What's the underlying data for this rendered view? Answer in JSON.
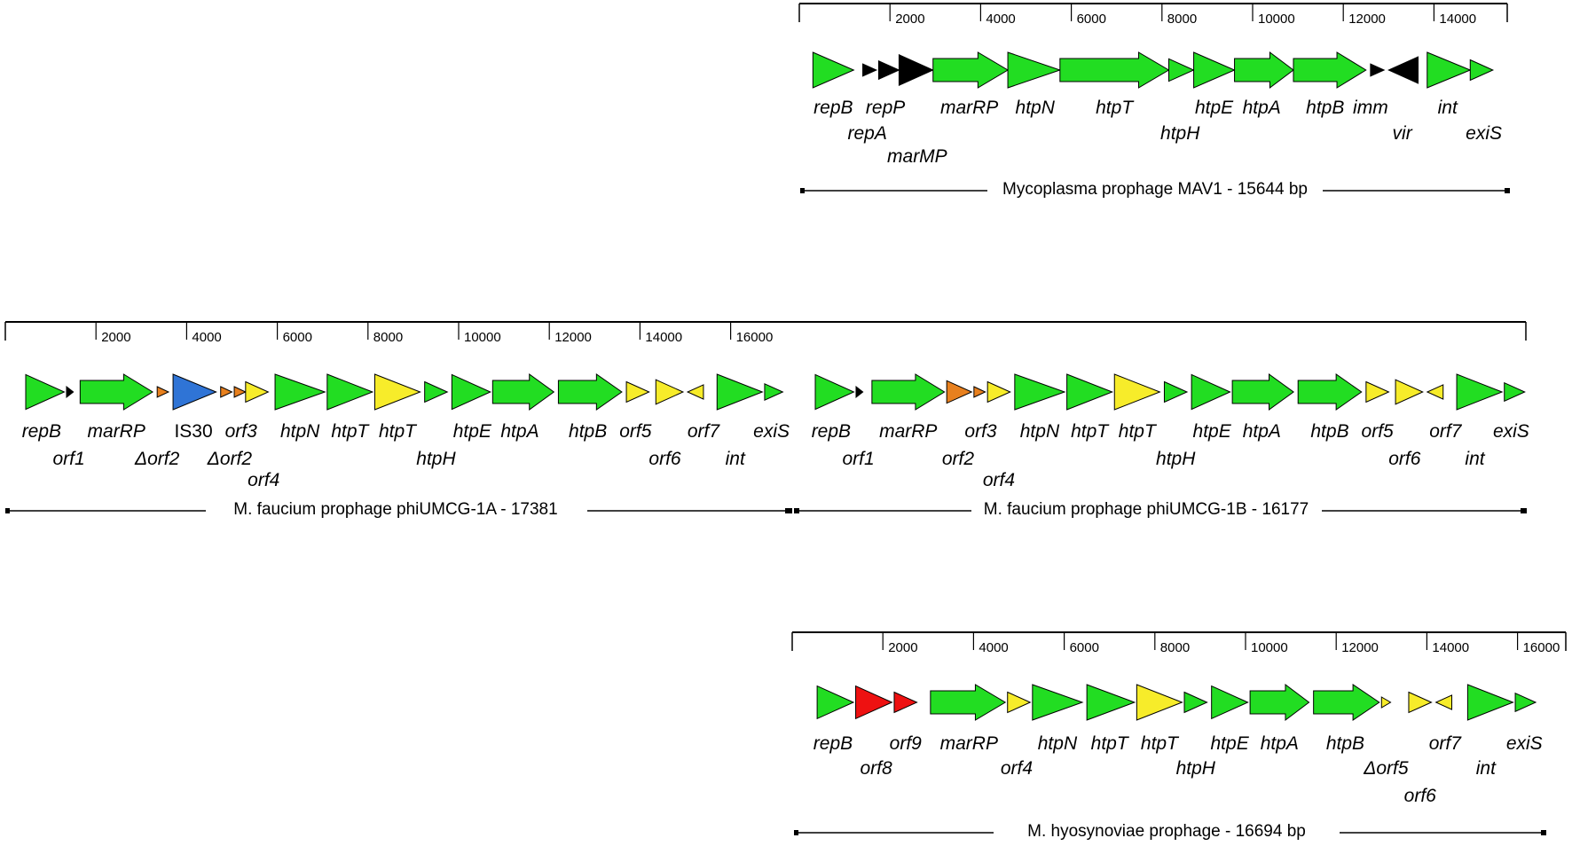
{
  "colors": {
    "green": "#22dd22",
    "black": "#000000",
    "orange": "#e8801e",
    "yellow": "#f7ec2a",
    "blue": "#2f74d6",
    "red": "#ee1111"
  },
  "tracks": [
    {
      "title": "Mycoplasma prophage MAV1 - 15644 bp",
      "length": 15644,
      "ticks": [
        "2000",
        "4000",
        "6000",
        "8000",
        "10000",
        "12000",
        "14000"
      ],
      "genes": [
        {
          "name": "repB",
          "color": "green",
          "start": 300,
          "end": 1200
        },
        {
          "name": "repA",
          "color": "black",
          "start": 1400,
          "end": 1700
        },
        {
          "name": "repP",
          "color": "black",
          "start": 1750,
          "end": 2200
        },
        {
          "name": "marMP",
          "color": "black",
          "start": 2200,
          "end": 2950
        },
        {
          "name": "marRP",
          "color": "green",
          "start": 2950,
          "end": 4600
        },
        {
          "name": "htpN",
          "color": "green",
          "start": 4600,
          "end": 5750
        },
        {
          "name": "htpT",
          "color": "green",
          "start": 5750,
          "end": 8150
        },
        {
          "name": "htpH",
          "color": "green",
          "start": 8150,
          "end": 8700
        },
        {
          "name": "htpE",
          "color": "green",
          "start": 8700,
          "end": 9600
        },
        {
          "name": "htpA",
          "color": "green",
          "start": 9600,
          "end": 10900
        },
        {
          "name": "htpB",
          "color": "green",
          "start": 10900,
          "end": 12500
        },
        {
          "name": "imm",
          "color": "black",
          "start": 12600,
          "end": 12900
        },
        {
          "name": "vir",
          "color": "black",
          "start": 13000,
          "end": 13650,
          "reverse": true
        },
        {
          "name": "int",
          "color": "green",
          "start": 13850,
          "end": 14800
        },
        {
          "name": "exiS",
          "color": "green",
          "start": 14800,
          "end": 15300
        }
      ],
      "labels": [
        {
          "text": "repB",
          "pos": 750,
          "row": 0
        },
        {
          "text": "repA",
          "pos": 1500,
          "row": 1
        },
        {
          "text": "repP",
          "pos": 1900,
          "row": 0
        },
        {
          "text": "marMP",
          "pos": 2600,
          "row": 2
        },
        {
          "text": "marRP",
          "pos": 3750,
          "row": 0
        },
        {
          "text": "htpN",
          "pos": 5200,
          "row": 0
        },
        {
          "text": "htpT",
          "pos": 6950,
          "row": 0
        },
        {
          "text": "htpH",
          "pos": 8400,
          "row": 1
        },
        {
          "text": "htpE",
          "pos": 9150,
          "row": 0
        },
        {
          "text": "htpA",
          "pos": 10200,
          "row": 0
        },
        {
          "text": "htpB",
          "pos": 11600,
          "row": 0
        },
        {
          "text": "imm",
          "pos": 12600,
          "row": 0
        },
        {
          "text": "vir",
          "pos": 13300,
          "row": 1
        },
        {
          "text": "int",
          "pos": 14300,
          "row": 0
        },
        {
          "text": "exiS",
          "pos": 15100,
          "row": 1
        }
      ]
    },
    {
      "title": "M. faucium prophage phiUMCG-1A - 17381",
      "length": 17381,
      "ticks": [
        "2000",
        "4000",
        "6000",
        "8000",
        "10000",
        "12000",
        "14000",
        "16000"
      ],
      "genes": [
        {
          "name": "repB",
          "color": "green",
          "start": 450,
          "end": 1300
        },
        {
          "name": "orf1",
          "color": "black",
          "start": 1350,
          "end": 1500
        },
        {
          "name": "marRP",
          "color": "green",
          "start": 1650,
          "end": 3250
        },
        {
          "name": "Δorf2",
          "color": "orange",
          "start": 3350,
          "end": 3600
        },
        {
          "name": "IS30",
          "color": "blue",
          "start": 3700,
          "end": 4650
        },
        {
          "name": "Δorf2",
          "color": "orange",
          "start": 4750,
          "end": 5000
        },
        {
          "name": "orf3",
          "color": "orange",
          "start": 5050,
          "end": 5300
        },
        {
          "name": "orf4",
          "color": "yellow",
          "start": 5300,
          "end": 5800
        },
        {
          "name": "htpN",
          "color": "green",
          "start": 5950,
          "end": 7050
        },
        {
          "name": "htpT",
          "color": "green",
          "start": 7100,
          "end": 8100
        },
        {
          "name": "htpT",
          "color": "yellow",
          "start": 8150,
          "end": 9150
        },
        {
          "name": "htpH",
          "color": "green",
          "start": 9250,
          "end": 9750
        },
        {
          "name": "htpE",
          "color": "green",
          "start": 9850,
          "end": 10700
        },
        {
          "name": "htpA",
          "color": "green",
          "start": 10750,
          "end": 12100
        },
        {
          "name": "htpB",
          "color": "green",
          "start": 12200,
          "end": 13600
        },
        {
          "name": "orf5",
          "color": "yellow",
          "start": 13700,
          "end": 14200
        },
        {
          "name": "orf6",
          "color": "yellow",
          "start": 14350,
          "end": 14950
        },
        {
          "name": "orf7",
          "color": "yellow",
          "start": 15050,
          "end": 15400,
          "reverse": true
        },
        {
          "name": "int",
          "color": "green",
          "start": 15700,
          "end": 16700
        },
        {
          "name": "exiS",
          "color": "green",
          "start": 16750,
          "end": 17150
        }
      ],
      "labels": [
        {
          "text": "repB",
          "pos": 800,
          "row": 0
        },
        {
          "text": "orf1",
          "pos": 1400,
          "row": 1
        },
        {
          "text": "marRP",
          "pos": 2450,
          "row": 0
        },
        {
          "text": "IS30",
          "pos": 4150,
          "row": 0,
          "upright": true
        },
        {
          "text": "Δorf2",
          "pos": 3350,
          "row": 1
        },
        {
          "text": "orf3",
          "pos": 5200,
          "row": 0
        },
        {
          "text": "Δorf2",
          "pos": 4950,
          "row": 1
        },
        {
          "text": "orf4",
          "pos": 5700,
          "row": 2
        },
        {
          "text": "htpN",
          "pos": 6500,
          "row": 0
        },
        {
          "text": "htpT",
          "pos": 7600,
          "row": 0
        },
        {
          "text": "htpT",
          "pos": 8650,
          "row": 0
        },
        {
          "text": "htpH",
          "pos": 9500,
          "row": 1
        },
        {
          "text": "htpE",
          "pos": 10300,
          "row": 0
        },
        {
          "text": "htpA",
          "pos": 11350,
          "row": 0
        },
        {
          "text": "htpB",
          "pos": 12850,
          "row": 0
        },
        {
          "text": "orf5",
          "pos": 13900,
          "row": 0
        },
        {
          "text": "orf6",
          "pos": 14550,
          "row": 1
        },
        {
          "text": "orf7",
          "pos": 15400,
          "row": 0
        },
        {
          "text": "int",
          "pos": 16100,
          "row": 1
        },
        {
          "text": "exiS",
          "pos": 16900,
          "row": 0
        }
      ]
    },
    {
      "title": "M. faucium prophage phiUMCG-1B - 16177",
      "length": 16177,
      "genes": [
        {
          "name": "repB",
          "color": "green",
          "start": 450,
          "end": 1300
        },
        {
          "name": "orf1",
          "color": "black",
          "start": 1350,
          "end": 1500
        },
        {
          "name": "marRP",
          "color": "green",
          "start": 1700,
          "end": 3300
        },
        {
          "name": "orf2",
          "color": "orange",
          "start": 3350,
          "end": 3900
        },
        {
          "name": "orf3",
          "color": "orange",
          "start": 3950,
          "end": 4200
        },
        {
          "name": "orf4",
          "color": "yellow",
          "start": 4250,
          "end": 4750
        },
        {
          "name": "htpN",
          "color": "green",
          "start": 4850,
          "end": 5950
        },
        {
          "name": "htpT",
          "color": "green",
          "start": 6000,
          "end": 7000
        },
        {
          "name": "htpT",
          "color": "yellow",
          "start": 7050,
          "end": 8050
        },
        {
          "name": "htpH",
          "color": "green",
          "start": 8150,
          "end": 8650
        },
        {
          "name": "htpE",
          "color": "green",
          "start": 8750,
          "end": 9600
        },
        {
          "name": "htpA",
          "color": "green",
          "start": 9650,
          "end": 11000
        },
        {
          "name": "htpB",
          "color": "green",
          "start": 11100,
          "end": 12500
        },
        {
          "name": "orf5",
          "color": "yellow",
          "start": 12600,
          "end": 13100
        },
        {
          "name": "orf6",
          "color": "yellow",
          "start": 13250,
          "end": 13850
        },
        {
          "name": "orf7",
          "color": "yellow",
          "start": 13950,
          "end": 14300,
          "reverse": true
        },
        {
          "name": "int",
          "color": "green",
          "start": 14600,
          "end": 15600
        },
        {
          "name": "exiS",
          "color": "green",
          "start": 15650,
          "end": 16100
        }
      ],
      "labels": [
        {
          "text": "repB",
          "pos": 800,
          "row": 0
        },
        {
          "text": "orf1",
          "pos": 1400,
          "row": 1
        },
        {
          "text": "marRP",
          "pos": 2500,
          "row": 0
        },
        {
          "text": "orf3",
          "pos": 4100,
          "row": 0
        },
        {
          "text": "orf2",
          "pos": 3600,
          "row": 1
        },
        {
          "text": "orf4",
          "pos": 4500,
          "row": 2
        },
        {
          "text": "htpN",
          "pos": 5400,
          "row": 0
        },
        {
          "text": "htpT",
          "pos": 6500,
          "row": 0
        },
        {
          "text": "htpT",
          "pos": 7550,
          "row": 0
        },
        {
          "text": "htpH",
          "pos": 8400,
          "row": 1
        },
        {
          "text": "htpE",
          "pos": 9200,
          "row": 0
        },
        {
          "text": "htpA",
          "pos": 10300,
          "row": 0
        },
        {
          "text": "htpB",
          "pos": 11800,
          "row": 0
        },
        {
          "text": "orf5",
          "pos": 12850,
          "row": 0
        },
        {
          "text": "orf6",
          "pos": 13450,
          "row": 1
        },
        {
          "text": "orf7",
          "pos": 14350,
          "row": 0
        },
        {
          "text": "int",
          "pos": 15000,
          "row": 1
        },
        {
          "text": "exiS",
          "pos": 15800,
          "row": 0
        }
      ]
    },
    {
      "title": "M. hyosynoviae prophage - 16694 bp",
      "length": 16694,
      "ticks": [
        "2000",
        "4000",
        "6000",
        "8000",
        "10000",
        "12000",
        "14000",
        "16000"
      ],
      "genes": [
        {
          "name": "repB",
          "color": "green",
          "start": 550,
          "end": 1350
        },
        {
          "name": "orf8",
          "color": "red",
          "start": 1400,
          "end": 2200
        },
        {
          "name": "orf9",
          "color": "red",
          "start": 2250,
          "end": 2750
        },
        {
          "name": "marRP",
          "color": "green",
          "start": 3050,
          "end": 4700
        },
        {
          "name": "orf4",
          "color": "yellow",
          "start": 4750,
          "end": 5250
        },
        {
          "name": "htpN",
          "color": "green",
          "start": 5300,
          "end": 6400
        },
        {
          "name": "htpT",
          "color": "green",
          "start": 6500,
          "end": 7550
        },
        {
          "name": "htpT",
          "color": "yellow",
          "start": 7600,
          "end": 8600
        },
        {
          "name": "htpH",
          "color": "green",
          "start": 8650,
          "end": 9150
        },
        {
          "name": "htpE",
          "color": "green",
          "start": 9250,
          "end": 10050
        },
        {
          "name": "htpA",
          "color": "green",
          "start": 10100,
          "end": 11400
        },
        {
          "name": "htpB",
          "color": "green",
          "start": 11500,
          "end": 12950
        },
        {
          "name": "Δorf5",
          "color": "yellow",
          "start": 13000,
          "end": 13200
        },
        {
          "name": "orf6",
          "color": "yellow",
          "start": 13600,
          "end": 14100
        },
        {
          "name": "orf7",
          "color": "yellow",
          "start": 14200,
          "end": 14550,
          "reverse": true
        },
        {
          "name": "int",
          "color": "green",
          "start": 14900,
          "end": 15900
        },
        {
          "name": "exiS",
          "color": "green",
          "start": 15950,
          "end": 16400
        }
      ],
      "labels": [
        {
          "text": "repB",
          "pos": 900,
          "row": 0
        },
        {
          "text": "orf8",
          "pos": 1850,
          "row": 1
        },
        {
          "text": "orf9",
          "pos": 2500,
          "row": 0
        },
        {
          "text": "marRP",
          "pos": 3900,
          "row": 0
        },
        {
          "text": "orf4",
          "pos": 4950,
          "row": 1
        },
        {
          "text": "htpN",
          "pos": 5850,
          "row": 0
        },
        {
          "text": "htpT",
          "pos": 7000,
          "row": 0
        },
        {
          "text": "htpT",
          "pos": 8100,
          "row": 0
        },
        {
          "text": "htpH",
          "pos": 8900,
          "row": 1
        },
        {
          "text": "htpE",
          "pos": 9650,
          "row": 0
        },
        {
          "text": "htpA",
          "pos": 10750,
          "row": 0
        },
        {
          "text": "htpB",
          "pos": 12200,
          "row": 0
        },
        {
          "text": "Δorf5",
          "pos": 13100,
          "row": 1
        },
        {
          "text": "orf6",
          "pos": 13850,
          "row": 2
        },
        {
          "text": "orf7",
          "pos": 14400,
          "row": 0
        },
        {
          "text": "int",
          "pos": 15300,
          "row": 1
        },
        {
          "text": "exiS",
          "pos": 16150,
          "row": 0
        }
      ]
    }
  ]
}
